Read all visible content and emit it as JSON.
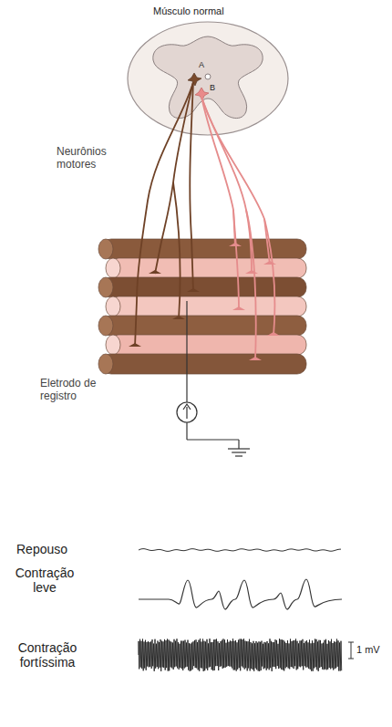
{
  "diagram": {
    "title": "Músculo normal",
    "labels": [
      "Neurônios motores",
      "A",
      "B",
      "Eletrodo de registro",
      "Repouso",
      "Contração leve",
      "Contração fortíssima",
      "1 mV"
    ]
  }
}
